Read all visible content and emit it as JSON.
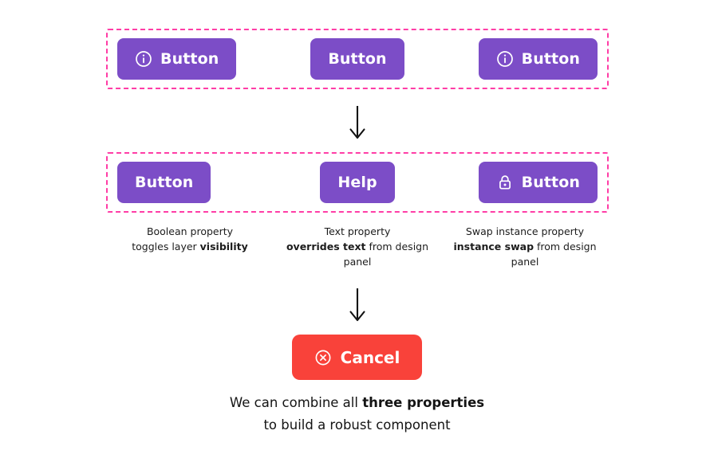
{
  "theme": {
    "background": "#ffffff",
    "button_purple": "#7C4DC7",
    "button_red": "#F9423A",
    "frame_dashed_pink": "#FF3DA6",
    "text_dark": "#1c1c1c",
    "text_on_button": "#ffffff"
  },
  "row1": {
    "frame_name": "boolean-property-group",
    "buttons": [
      {
        "icon": "info-icon",
        "has_icon": true,
        "label": "Button"
      },
      {
        "icon": "",
        "has_icon": false,
        "label": "Button"
      },
      {
        "icon": "info-icon",
        "has_icon": true,
        "label": "Button"
      }
    ]
  },
  "arrow1": {
    "glyph": "↓",
    "name": "down-arrow"
  },
  "row2": {
    "frame_name": "combined-property-group",
    "buttons": [
      {
        "icon": "",
        "has_icon": false,
        "label": "Button"
      },
      {
        "icon": "",
        "has_icon": false,
        "label": "Help"
      },
      {
        "icon": "lock-icon",
        "has_icon": true,
        "label": "Button"
      }
    ]
  },
  "captions": [
    {
      "name": "caption-boolean-property",
      "line1": "Boolean property",
      "line2_pre": "toggles layer ",
      "line2_bold": "visibility",
      "line2_post": "",
      "line3": ""
    },
    {
      "name": "caption-text-property",
      "line1": "Text property",
      "line2_pre": "",
      "line2_bold": "overrides text",
      "line2_post": " from design",
      "line3": "panel"
    },
    {
      "name": "caption-swap-instance-property",
      "line1": "Swap instance property",
      "line2_pre": "",
      "line2_bold": "instance swap",
      "line2_post": " from design",
      "line3": "panel"
    }
  ],
  "arrow2": {
    "glyph": "↓",
    "name": "down-arrow"
  },
  "cancel": {
    "icon": "close-circle-icon",
    "label": "Cancel"
  },
  "footer": {
    "line1_pre": "We can combine all ",
    "line1_bold": "three properties",
    "line2": "to build a robust component"
  }
}
